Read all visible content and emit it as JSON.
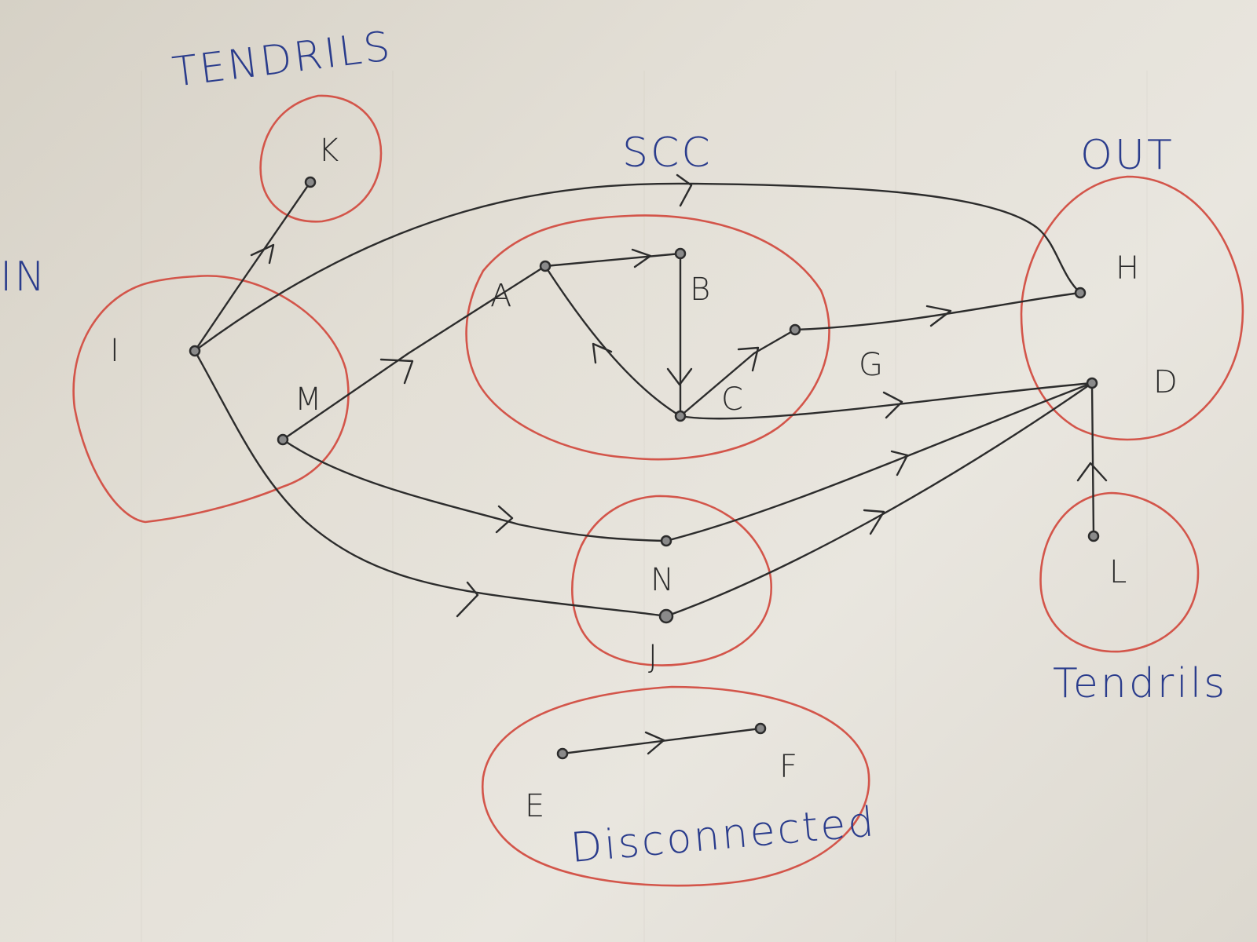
{
  "colors": {
    "region": "#d3554a",
    "ink": "#2c2c2c",
    "label_blue": "#2a3c8c",
    "paper": "#e3dfd6"
  },
  "regions": [
    {
      "id": "in",
      "label": "IN"
    },
    {
      "id": "tendrils-top",
      "label": "TENDRILS"
    },
    {
      "id": "scc",
      "label": "SCC"
    },
    {
      "id": "out",
      "label": "OUT"
    },
    {
      "id": "tube",
      "label": ""
    },
    {
      "id": "tendrils-bottom",
      "label": "Tendrils"
    },
    {
      "id": "disconnected",
      "label": "Disconnected"
    }
  ],
  "nodes": [
    {
      "id": "I",
      "label": "I",
      "region": "in"
    },
    {
      "id": "M-in",
      "label": "M",
      "region": "in"
    },
    {
      "id": "K",
      "label": "K",
      "region": "tendrils-top"
    },
    {
      "id": "A",
      "label": "A",
      "region": "scc"
    },
    {
      "id": "B",
      "label": "B",
      "region": "scc"
    },
    {
      "id": "C",
      "label": "C",
      "region": "scc"
    },
    {
      "id": "G",
      "label": "G",
      "region": "scc"
    },
    {
      "id": "H",
      "label": "H",
      "region": "out"
    },
    {
      "id": "D",
      "label": "D",
      "region": "out"
    },
    {
      "id": "L",
      "label": "L",
      "region": "tendrils-bottom"
    },
    {
      "id": "N",
      "label": "N",
      "region": "tube"
    },
    {
      "id": "J",
      "label": "J",
      "region": "tube"
    },
    {
      "id": "E",
      "label": "E",
      "region": "disconnected"
    },
    {
      "id": "F",
      "label": "F",
      "region": "disconnected"
    }
  ],
  "edges": [
    {
      "from": "I",
      "to": "K"
    },
    {
      "from": "I",
      "to": "H"
    },
    {
      "from": "I",
      "to": "J"
    },
    {
      "from": "M-in",
      "to": "A"
    },
    {
      "from": "M-in",
      "to": "N"
    },
    {
      "from": "A",
      "to": "B"
    },
    {
      "from": "B",
      "to": "C"
    },
    {
      "from": "C",
      "to": "A"
    },
    {
      "from": "C",
      "to": "G"
    },
    {
      "from": "G",
      "to": "H"
    },
    {
      "from": "C",
      "to": "D"
    },
    {
      "from": "N",
      "to": "D"
    },
    {
      "from": "J",
      "to": "D"
    },
    {
      "from": "L",
      "to": "D"
    },
    {
      "from": "E",
      "to": "F"
    }
  ]
}
